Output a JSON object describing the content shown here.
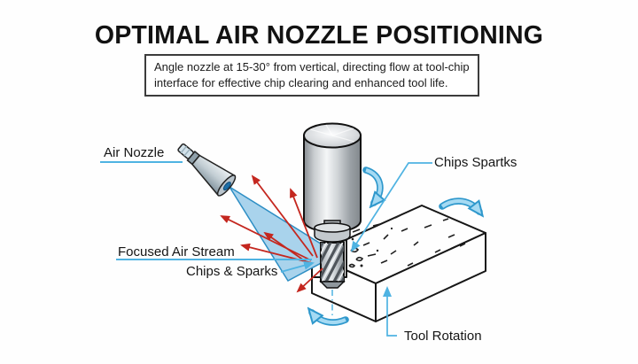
{
  "title": "OPTIMAL AIR NOZZLE POSITIONING",
  "info_box": {
    "lines": [
      "Angle nozzle at 15-30° from vertical, directing flow at tool-chip",
      "interface for effective chip clearing and enhanced tool life."
    ]
  },
  "labels": {
    "air_nozzle": "Air Nozzle",
    "chips_spartks": "Chips Spartks",
    "focused_air_stream": "Focused Air Stream",
    "chips_sparks": "Chips & Sparks",
    "tool_rotation": "Tool Rotation"
  },
  "colors": {
    "red": "#c4271f",
    "leader": "#4fb3e2",
    "cyanDark": "#2f98cc",
    "cyanLight": "#a5daf3",
    "streamFill": "#a9d3ec",
    "streamEdge": "#2d8ec4"
  }
}
